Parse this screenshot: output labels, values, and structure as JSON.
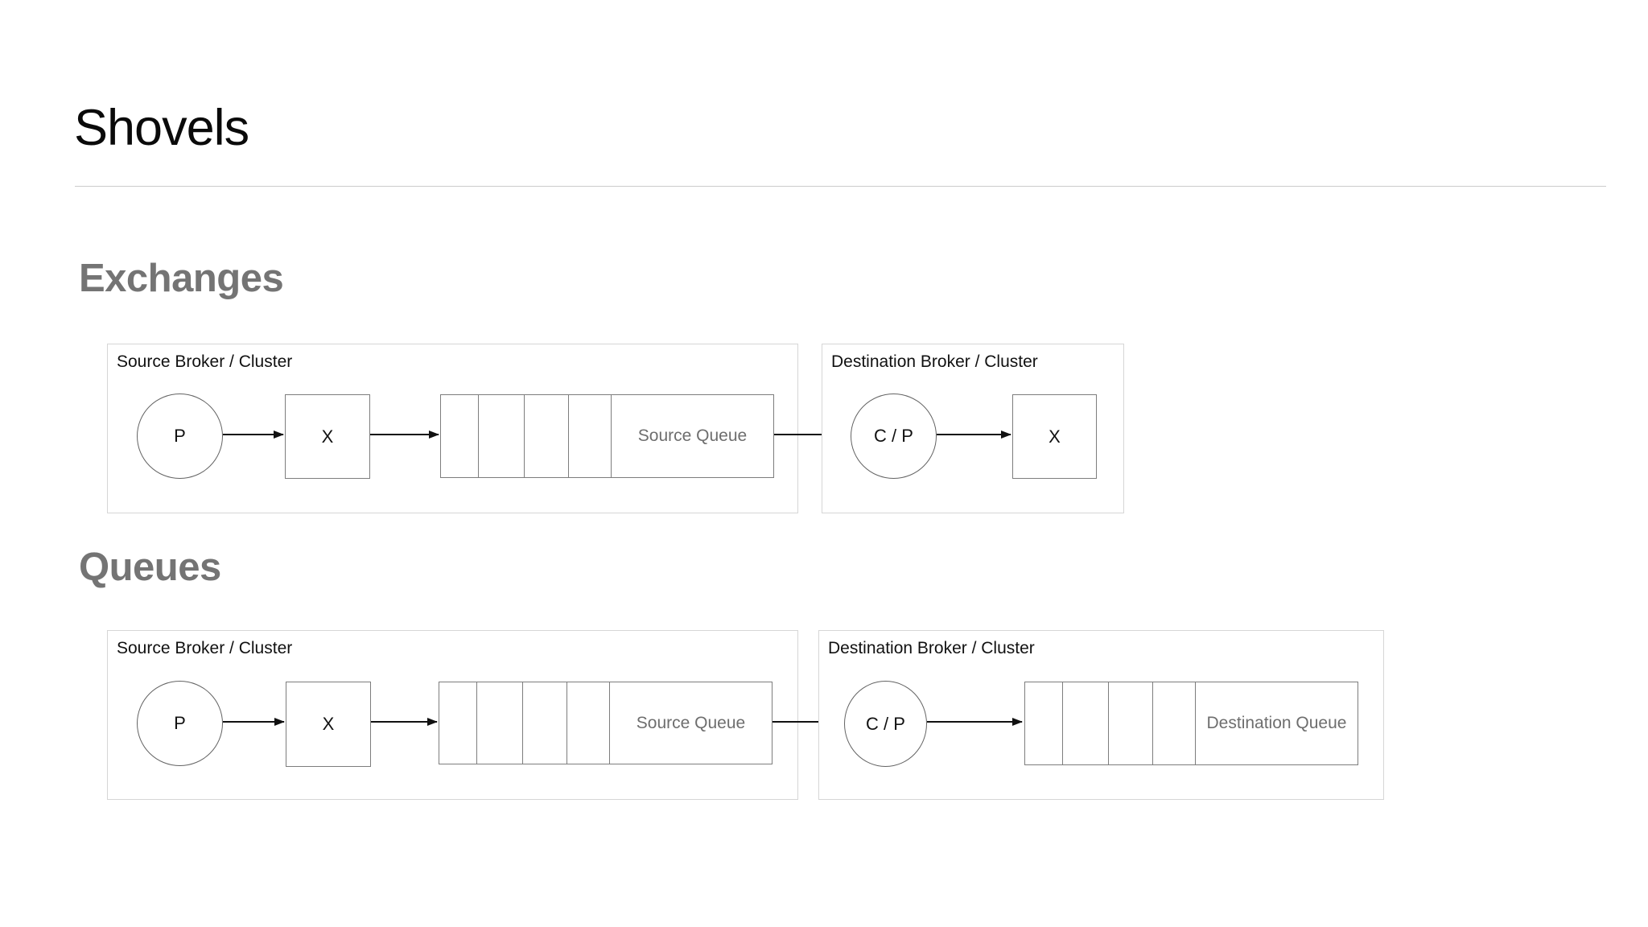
{
  "page": {
    "title": "Shovels"
  },
  "colors": {
    "heading": "#747474",
    "outer_border": "#d6d6d6",
    "shape_border": "#7d7d7d",
    "circle_border": "#636363",
    "queue_text": "#6e6e6e",
    "text": "#111111",
    "arrow": "#111111",
    "divider": "#cccccc",
    "bg": "#ffffff"
  },
  "sections": [
    {
      "heading": "Exchanges",
      "source_broker": {
        "label": "Source Broker / Cluster",
        "producer_label": "P",
        "exchange_label": "X",
        "queue_label": "Source Queue"
      },
      "destination_broker": {
        "label": "Destination Broker / Cluster",
        "consumer_label": "C / P",
        "exchange_label": "X"
      }
    },
    {
      "heading": "Queues",
      "source_broker": {
        "label": "Source Broker / Cluster",
        "producer_label": "P",
        "exchange_label": "X",
        "queue_label": "Source Queue"
      },
      "destination_broker": {
        "label": "Destination Broker / Cluster",
        "consumer_label": "C / P",
        "queue_label": "Destination Queue"
      }
    }
  ]
}
